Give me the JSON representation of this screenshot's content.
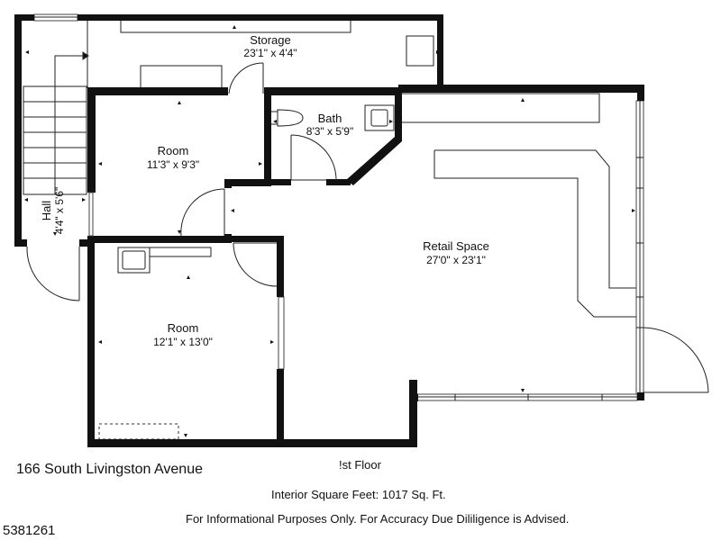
{
  "rooms": {
    "storage": {
      "name": "Storage",
      "dims": "23'1\" x 4'4\""
    },
    "bath": {
      "name": "Bath",
      "dims": "8'3\" x 5'9\""
    },
    "room_upper": {
      "name": "Room",
      "dims": "11'3\" x 9'3\""
    },
    "hall": {
      "name": "Hall",
      "dims": "4'4\" x 5'6\""
    },
    "retail": {
      "name": "Retail Space",
      "dims": "27'0\" x 23'1\""
    },
    "room_lower": {
      "name": "Room",
      "dims": "12'1\" x 13'0\""
    }
  },
  "footer": {
    "address": "166 South Livingston Avenue",
    "floor_label": "!st Floor",
    "interior_sqft": "Interior Square Feet:  1017 Sq. Ft.",
    "disclaimer": "For Informational Purposes Only.  For Accuracy Due Dililigence is Advised.",
    "listing_id": "5381261"
  }
}
